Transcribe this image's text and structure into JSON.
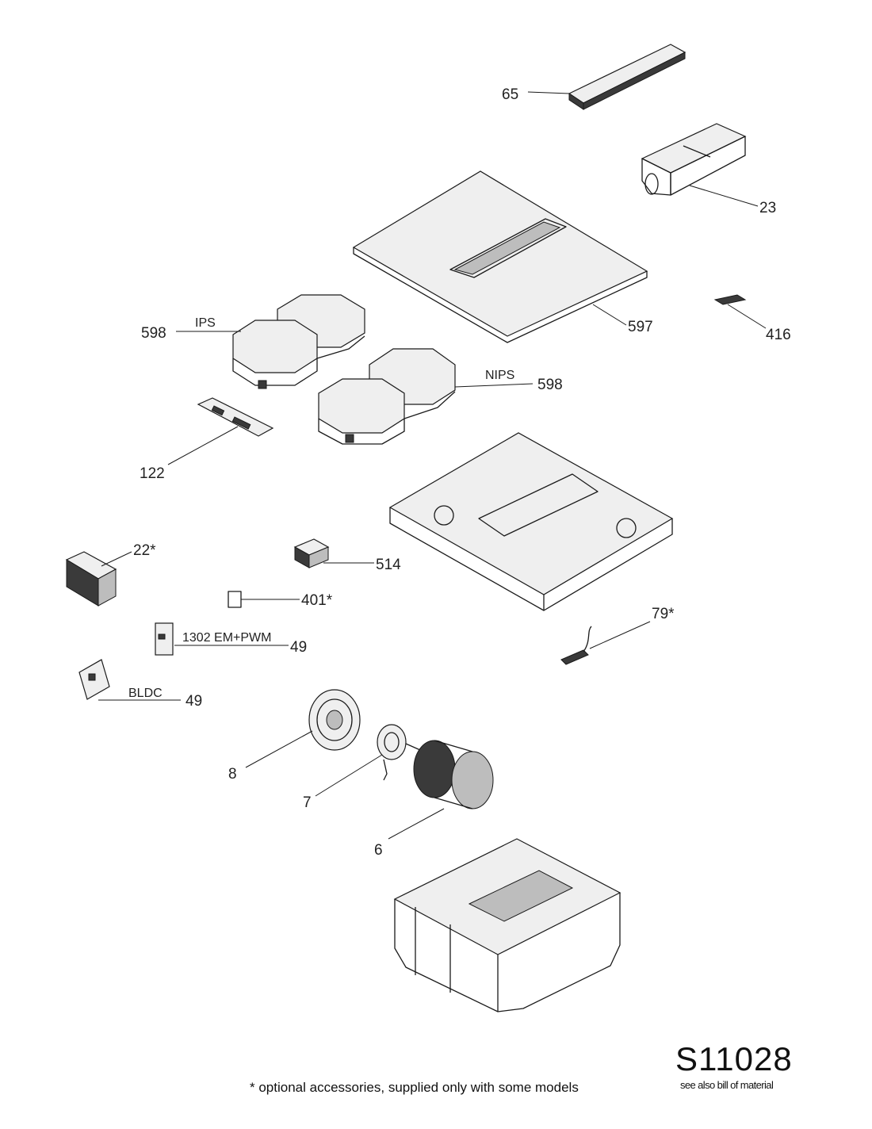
{
  "callouts": {
    "p65": "65",
    "p23": "23",
    "p597": "597",
    "p416": "416",
    "p598_ips": "598",
    "ips": "IPS",
    "p598_nips": "598",
    "nips": "NIPS",
    "p122": "122",
    "p22": "22*",
    "p514": "514",
    "p401": "401*",
    "p79": "79*",
    "p1302": "1302 EM+PWM",
    "p49a": "49",
    "bldc": "BLDC",
    "p49b": "49",
    "p8": "8",
    "p7": "7",
    "p6": "6"
  },
  "footer": {
    "drawing_code": "S11028",
    "drawing_note": "see also bill of material",
    "footnote": "* optional accessories, supplied only with some models"
  }
}
